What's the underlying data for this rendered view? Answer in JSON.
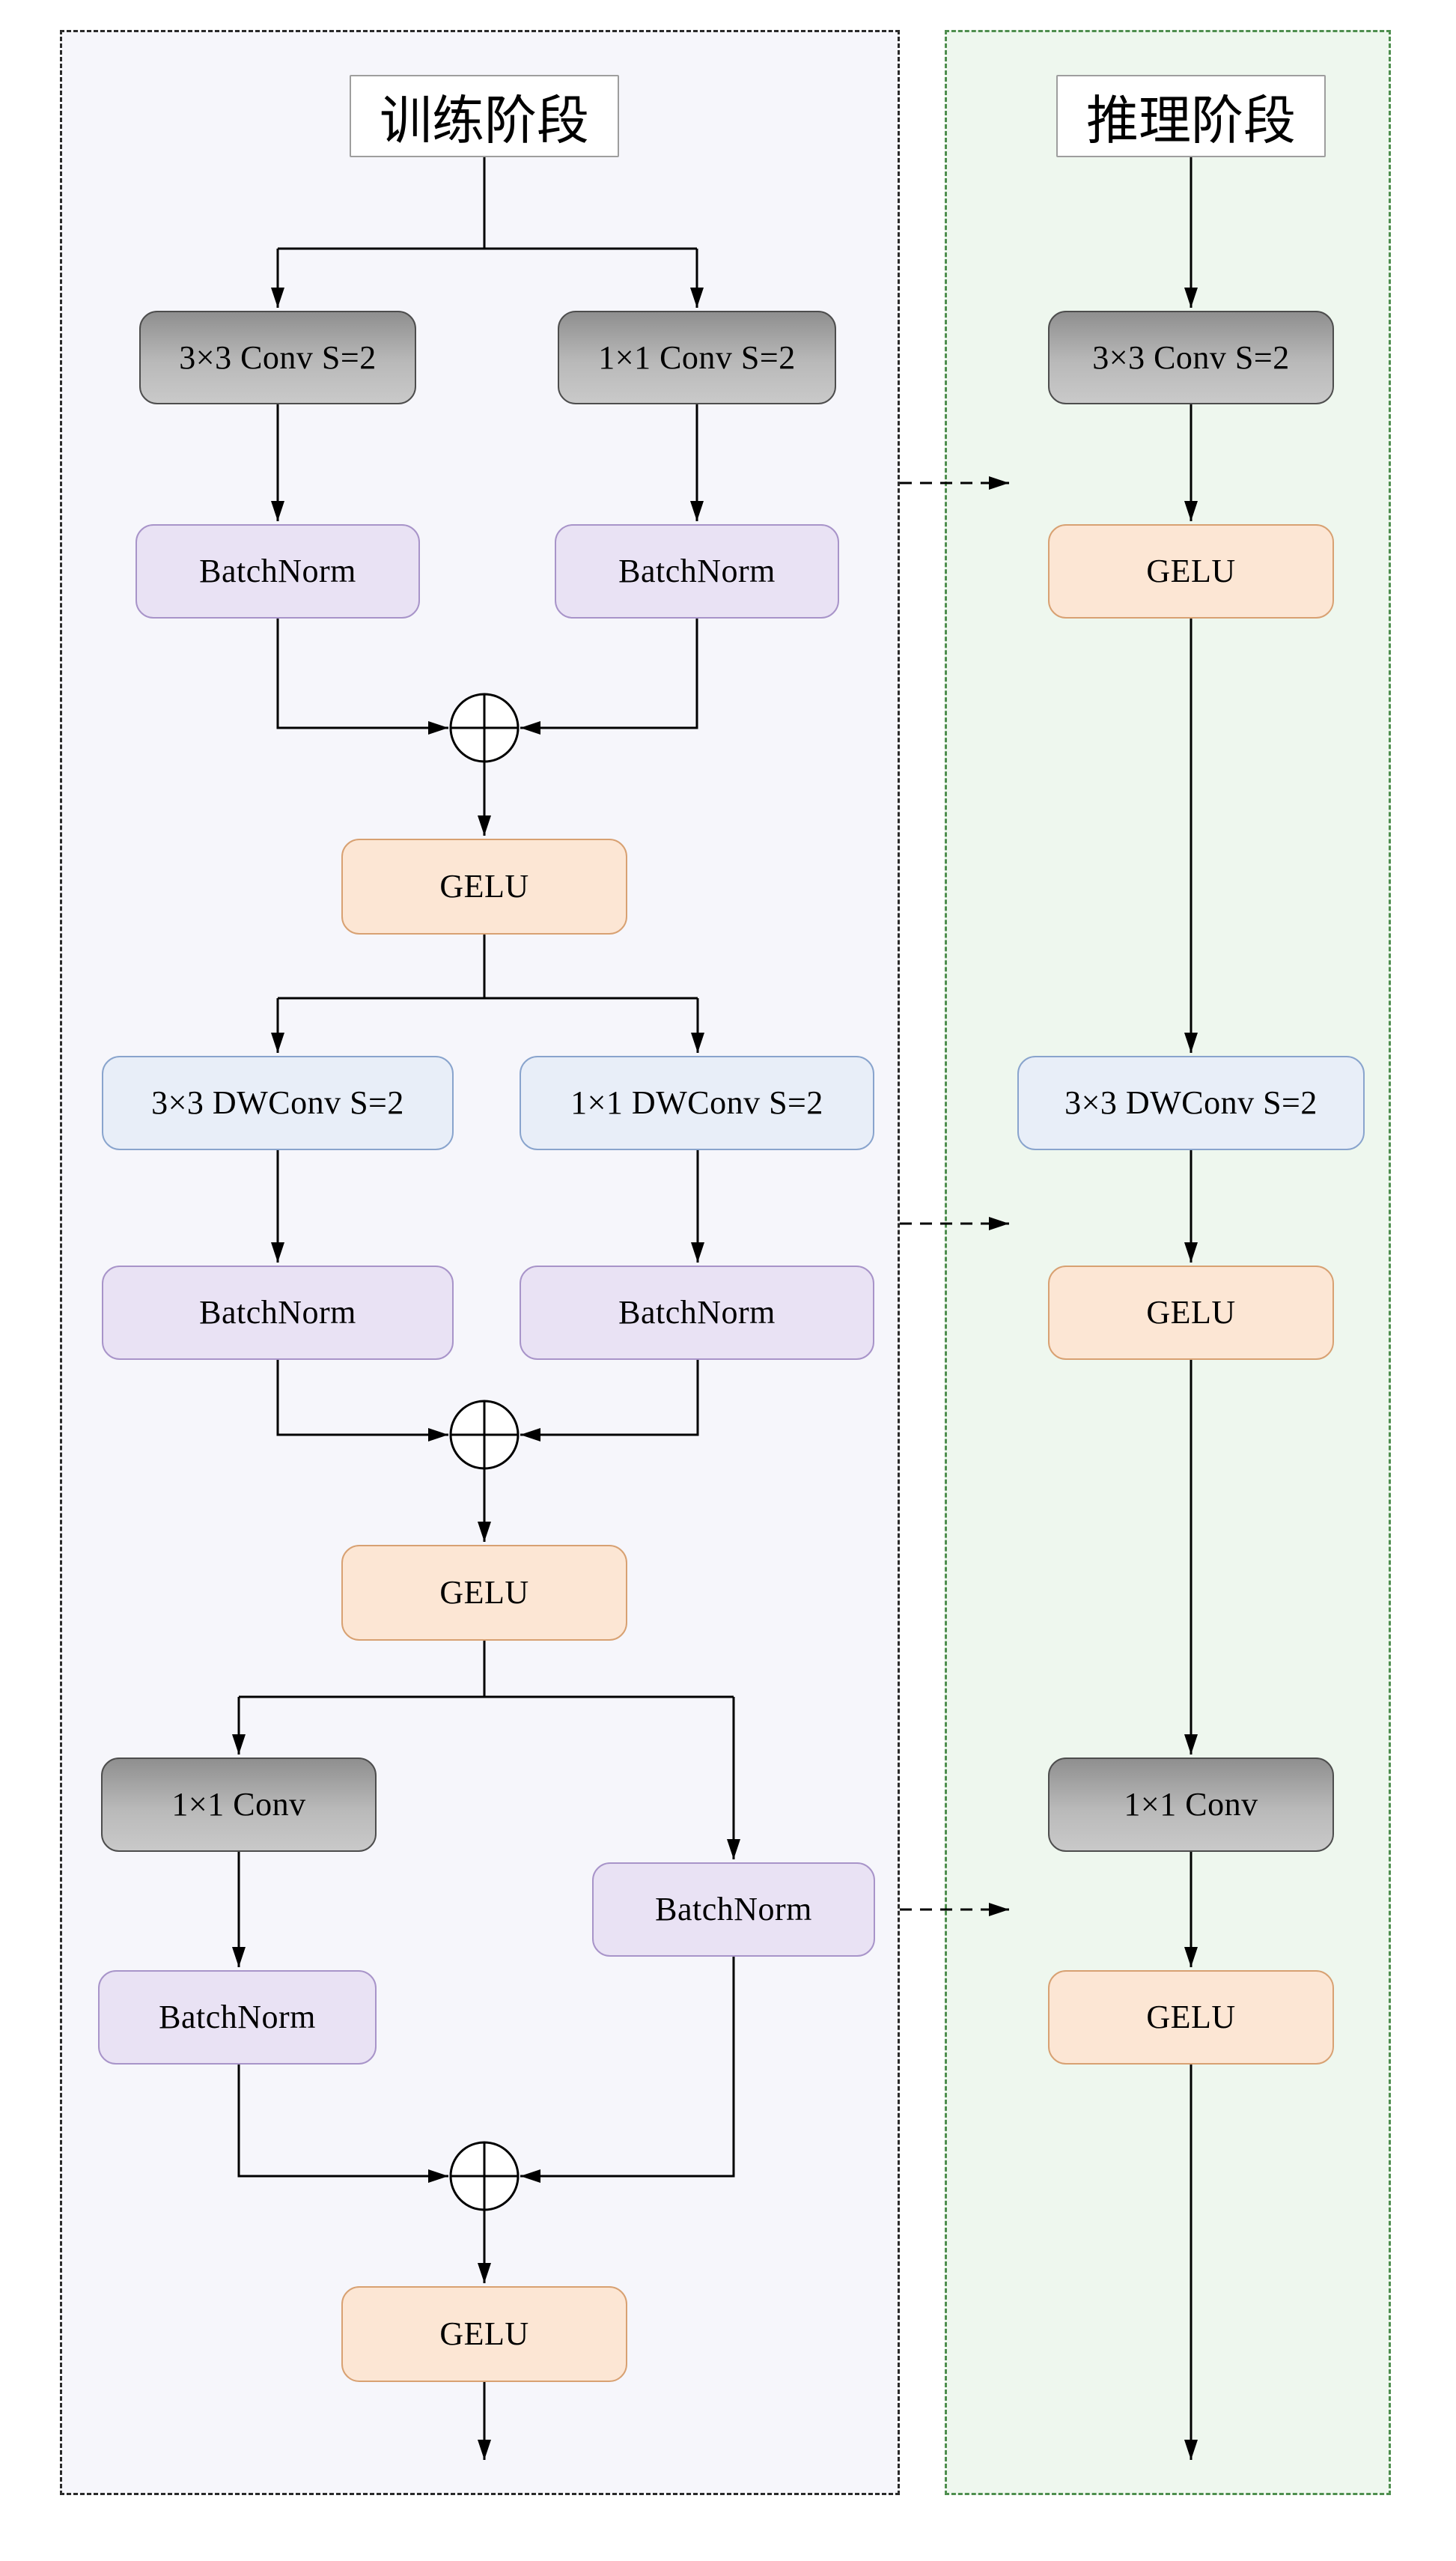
{
  "training": {
    "title": "训练阶段",
    "nodes": {
      "conv3s2": "3×3 Conv S=2",
      "conv1s2": "1×1 Conv S=2",
      "batchnorm": "BatchNorm",
      "gelu": "GELU",
      "dwconv3s2": "3×3 DWConv S=2",
      "dwconv1s2": "1×1 DWConv S=2",
      "conv1x1": "1×1 Conv"
    }
  },
  "inference": {
    "title": "推理阶段",
    "nodes": {
      "conv3s2": "3×3 Conv S=2",
      "gelu": "GELU",
      "dwconv3s2": "3×3 DWConv S=2",
      "conv1x1": "1×1 Conv"
    }
  },
  "colors": {
    "conv_box_gradient_top": "#8f8f8f",
    "conv_box_gradient_bottom": "#c9c9c9",
    "batchnorm_box": "#e9e2f4",
    "batchnorm_border": "#a894c9",
    "gelu_box": "#fce6d4",
    "gelu_border": "#d8a172",
    "dwconv_box": "#e8eef8",
    "dwconv_border": "#89a4cd",
    "training_panel_bg": "#f6f6fb",
    "inference_panel_bg": "#eef7ee",
    "inference_panel_border": "#4e8e4e",
    "line_color": "#000000"
  }
}
